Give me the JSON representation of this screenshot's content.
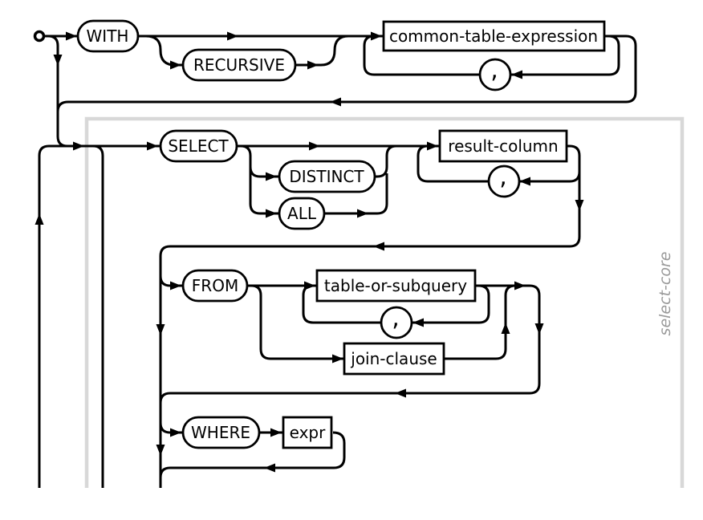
{
  "diagram": {
    "section_label": "select-core",
    "comma": ",",
    "terminals": {
      "with": "WITH",
      "recursive": "RECURSIVE",
      "select": "SELECT",
      "distinct": "DISTINCT",
      "all": "ALL",
      "from": "FROM",
      "where": "WHERE"
    },
    "nonterminals": {
      "cte": "common-table-expression",
      "result_column": "result-column",
      "table_or_subquery": "table-or-subquery",
      "join_clause": "join-clause",
      "expr": "expr"
    }
  }
}
